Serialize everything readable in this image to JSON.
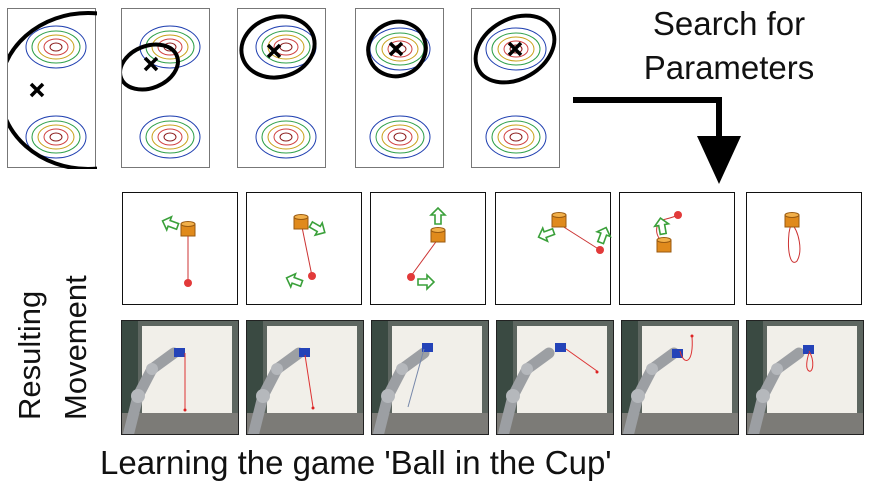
{
  "search_label_line1": "Search for",
  "search_label_line2": "Parameters",
  "side_label_line1": "Resulting",
  "side_label_line2": "Movement",
  "caption": "Learning the game 'Ball in the Cup'",
  "contour_colors": [
    "#1f3fb0",
    "#2fa04a",
    "#c8a018",
    "#d04040",
    "#8a1a1a"
  ],
  "colors": {
    "ball": "#e23a3a",
    "cup": "#e08a1c",
    "arrow": "#3aa03a",
    "string": "#cc3333"
  },
  "icons": [
    "cross-marker-icon",
    "search-arrow-icon",
    "direction-arrow-icon"
  ]
}
